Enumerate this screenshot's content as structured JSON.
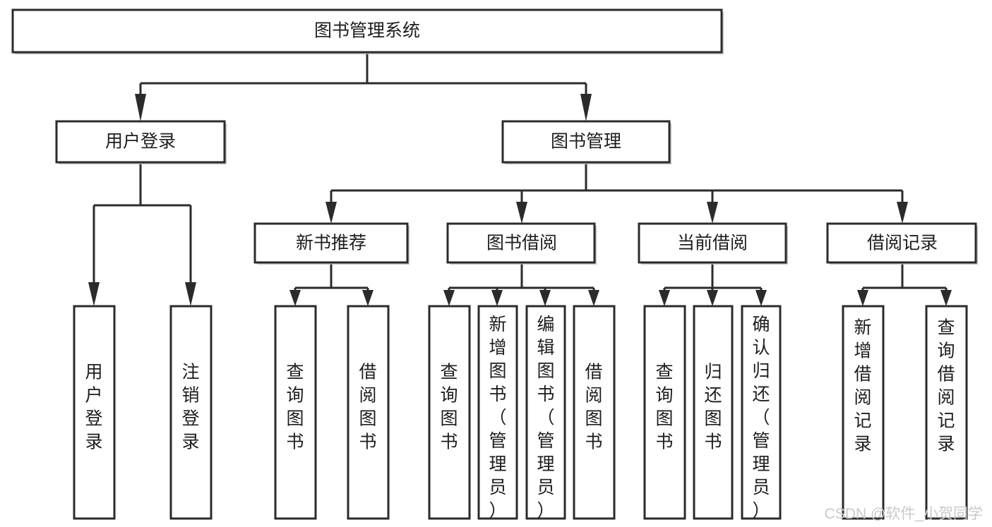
{
  "diagram": {
    "title": "图书管理系统",
    "type": "tree-hierarchy-flowchart",
    "orientation": "top-down",
    "colors": {
      "box_fill": "#ffffff",
      "box_stroke": "#2b2b2b",
      "connector": "#2b2b2b",
      "text": "#1d1d1d",
      "background": "#ffffff",
      "watermark": "#c9c9c9"
    },
    "root": {
      "label": "图书管理系统"
    },
    "level2": [
      {
        "label": "用户登录"
      },
      {
        "label": "图书管理"
      }
    ],
    "level3": [
      {
        "label": "新书推荐"
      },
      {
        "label": "图书借阅"
      },
      {
        "label": "当前借阅"
      },
      {
        "label": "借阅记录"
      }
    ],
    "leaves": {
      "user_login": [
        {
          "label": "用户登录"
        },
        {
          "label": "注销登录"
        }
      ],
      "new_book_recommend": [
        {
          "label": "查询图书"
        },
        {
          "label": "借阅图书"
        }
      ],
      "book_borrow": [
        {
          "label": "查询图书"
        },
        {
          "label": "新增图书（管理员）"
        },
        {
          "label": "编辑图书（管理员）"
        },
        {
          "label": "借阅图书"
        }
      ],
      "current_borrow": [
        {
          "label": "查询图书"
        },
        {
          "label": "归还图书"
        },
        {
          "label": "确认归还（管理员）"
        }
      ],
      "borrow_record": [
        {
          "label": "新增借阅记录"
        },
        {
          "label": "查询借阅记录"
        }
      ]
    },
    "watermark": "CSDN @软件_小贺同学"
  }
}
